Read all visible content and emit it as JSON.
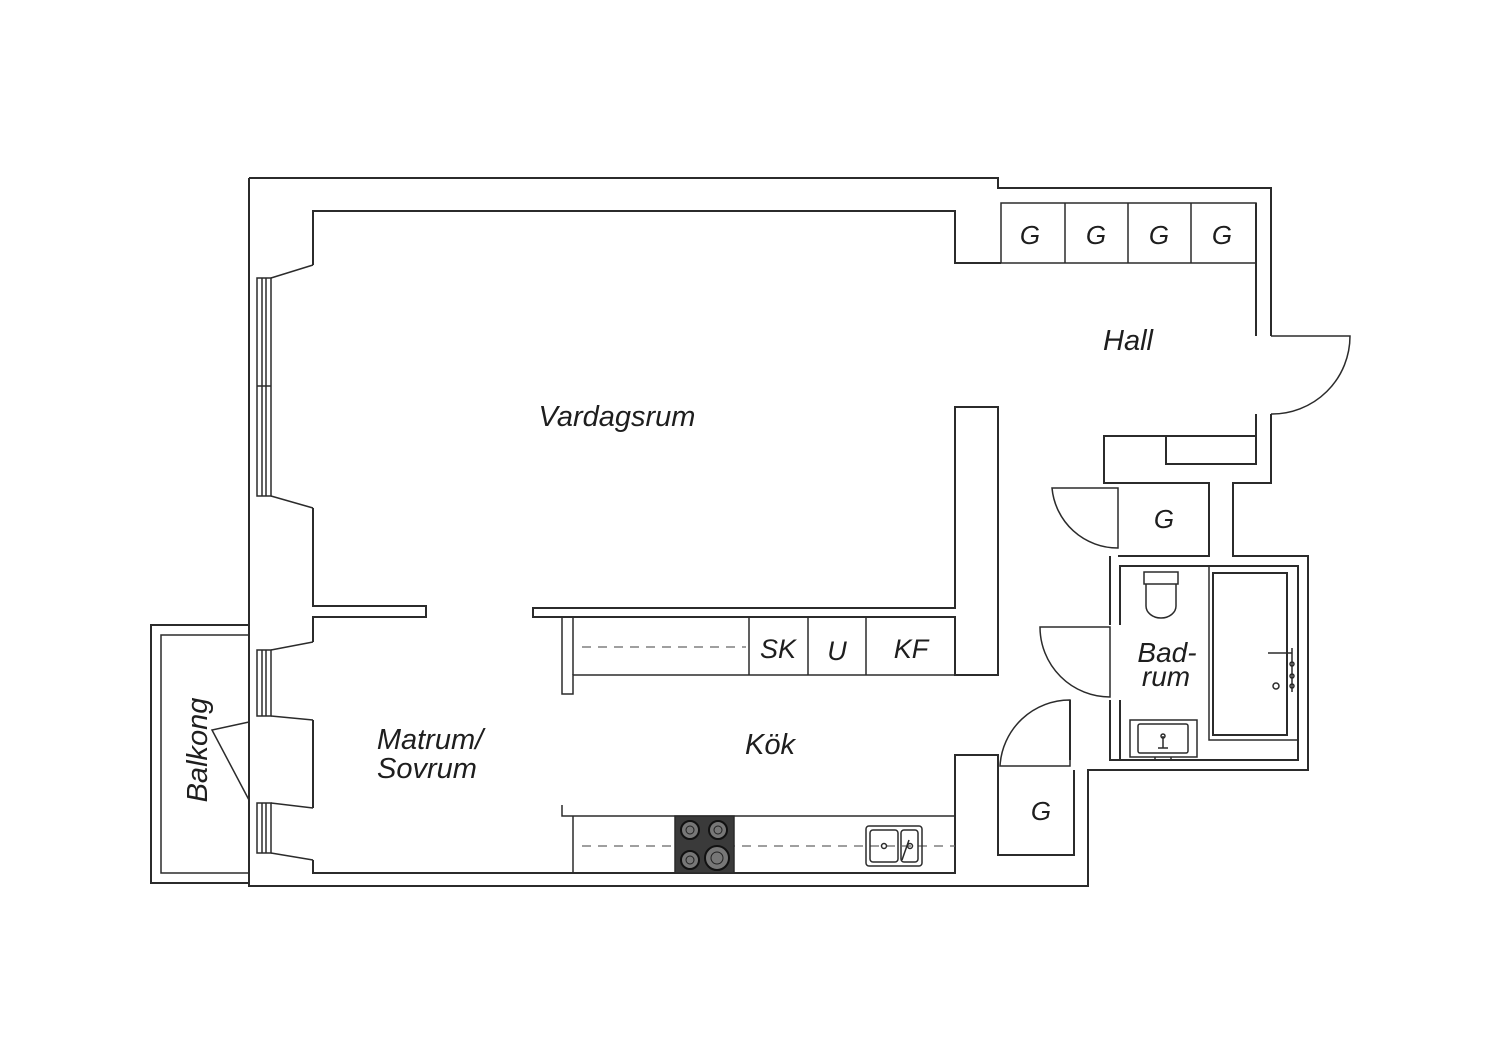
{
  "rooms": {
    "vardagsrum": "Vardagsrum",
    "hall": "Hall",
    "kok": "Kök",
    "matrum_line1": "Matrum/",
    "matrum_line2": "Sovrum",
    "balkong": "Balkong",
    "badrum_line1": "Bad-",
    "badrum_line2": "rum"
  },
  "fixtures": {
    "wardrobes_hall": [
      "G",
      "G",
      "G",
      "G"
    ],
    "wardrobe_middle": "G",
    "wardrobe_lower": "G",
    "freezer": "SK",
    "oven": "U",
    "fridge_freezer": "KF"
  },
  "colors": {
    "line": "#2b2b2b",
    "stove": "#3a3a3a",
    "background": "#ffffff"
  }
}
